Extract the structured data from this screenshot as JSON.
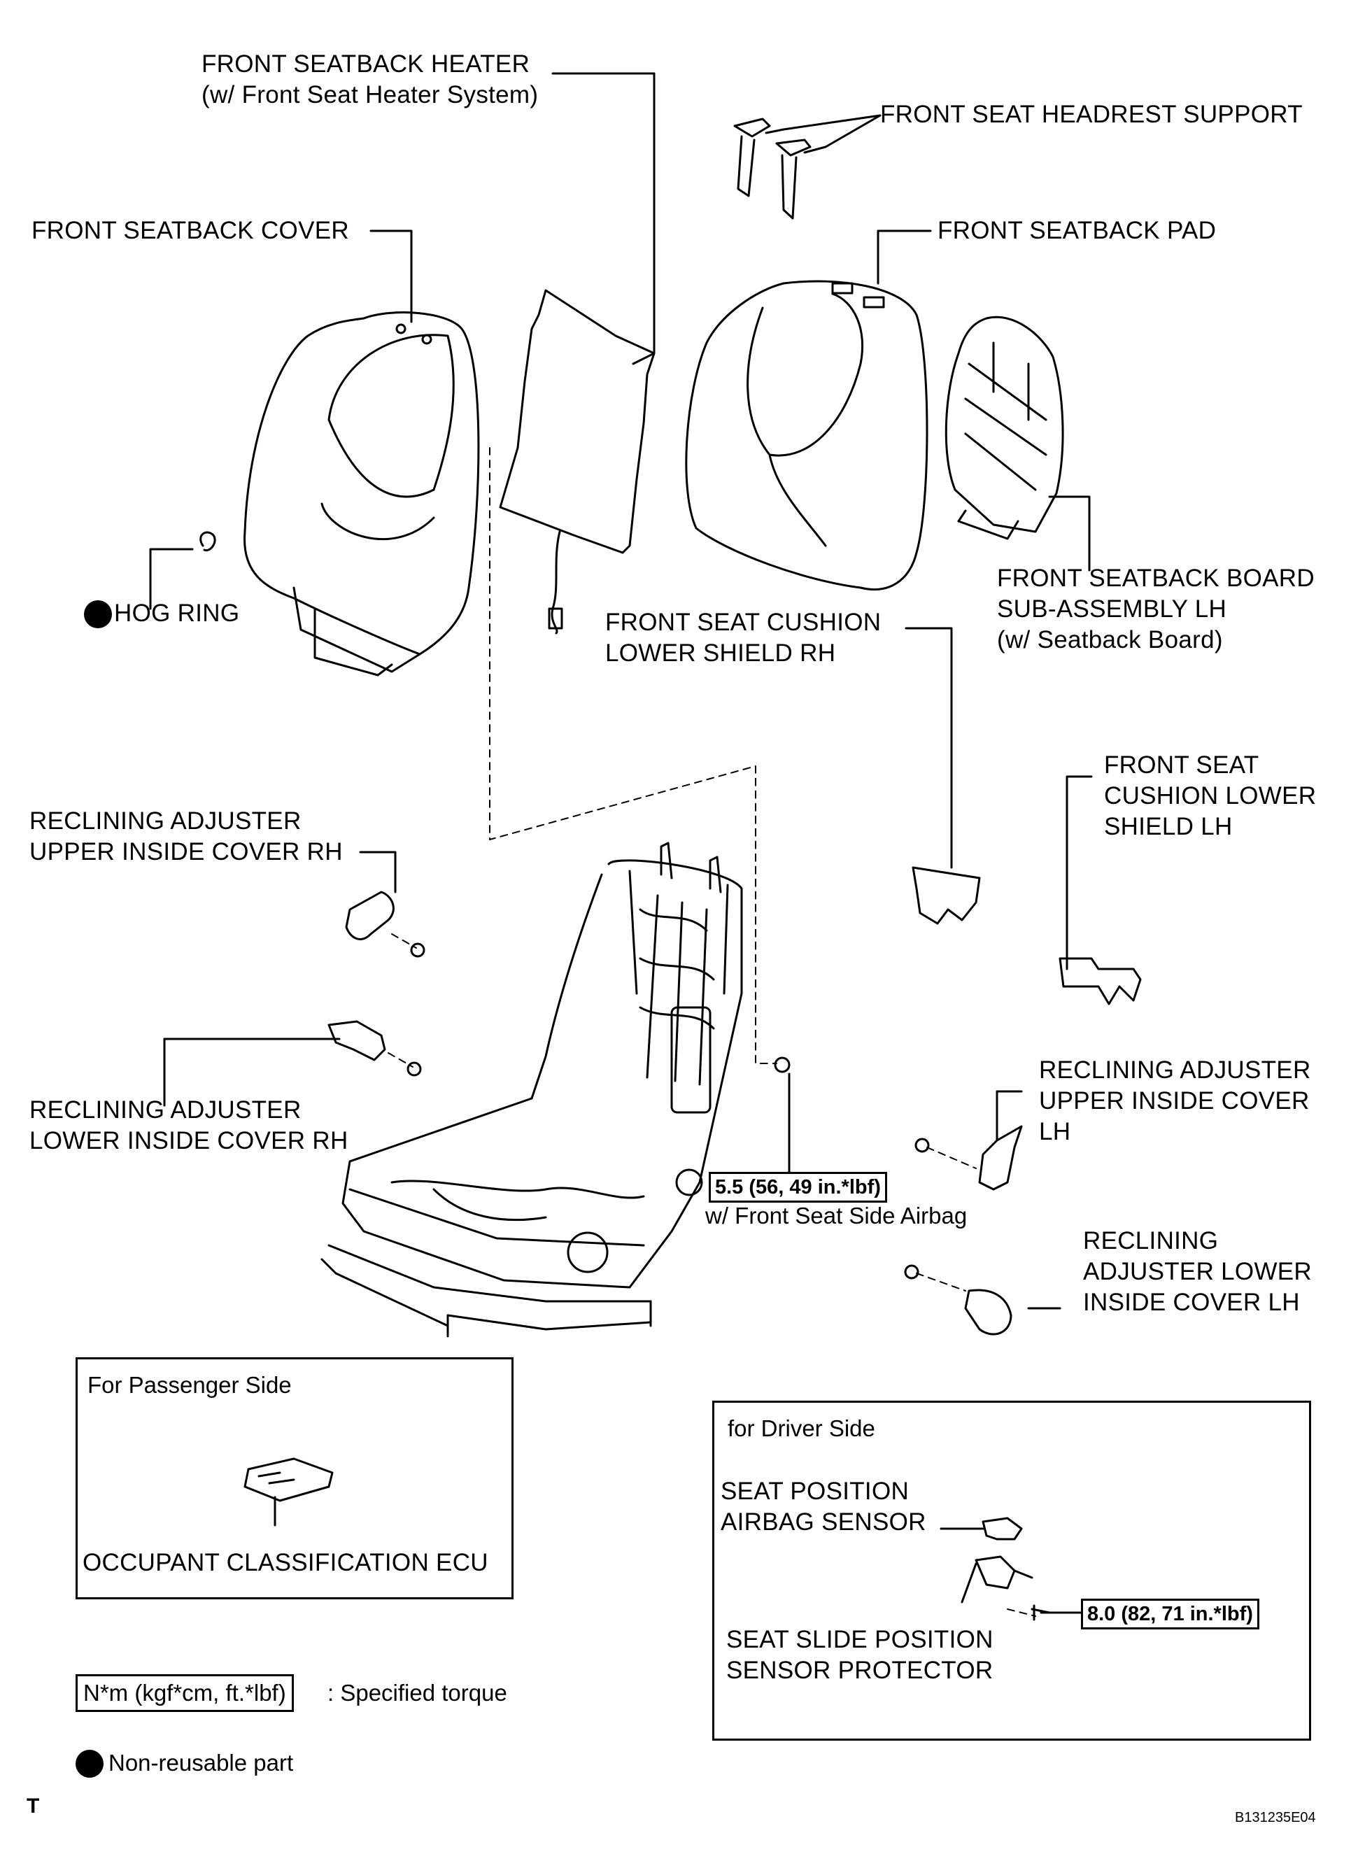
{
  "labels": {
    "heater": [
      "FRONT SEATBACK HEATER",
      "(w/ Front Seat Heater System)"
    ],
    "headrest_support": "FRONT SEAT HEADREST SUPPORT",
    "seatback_cover": "FRONT SEATBACK COVER",
    "seatback_pad": "FRONT SEATBACK PAD",
    "hog_ring": "HOG RING",
    "board": [
      "FRONT SEATBACK BOARD",
      "SUB-ASSEMBLY LH",
      "(w/ Seatback Board)"
    ],
    "shield_rh": [
      "FRONT SEAT CUSHION",
      "LOWER SHIELD RH"
    ],
    "shield_lh": [
      "FRONT SEAT",
      "CUSHION LOWER",
      "SHIELD LH"
    ],
    "upper_cover_rh": [
      "RECLINING ADJUSTER",
      "UPPER INSIDE COVER RH"
    ],
    "lower_cover_rh": [
      "RECLINING ADJUSTER",
      "LOWER INSIDE COVER RH"
    ],
    "upper_cover_lh": [
      "RECLINING ADJUSTER",
      "UPPER INSIDE COVER",
      "LH"
    ],
    "lower_cover_lh": [
      "RECLINING",
      "ADJUSTER LOWER",
      "INSIDE COVER LH"
    ],
    "airbag_note": "w/ Front Seat Side Airbag"
  },
  "torques": {
    "seat_airbag": "5.5 (56, 49 in.*lbf)",
    "slide_sensor": "8.0 (82, 71 in.*lbf)"
  },
  "passenger_box": {
    "title": "For Passenger Side",
    "part": "OCCUPANT CLASSIFICATION ECU"
  },
  "driver_box": {
    "title": "for Driver Side",
    "airbag_sensor": [
      "SEAT POSITION",
      "AIRBAG SENSOR"
    ],
    "slide_protector": [
      "SEAT SLIDE POSITION",
      "SENSOR PROTECTOR"
    ]
  },
  "legend": {
    "torque_unit": "N*m (kgf*cm, ft.*lbf)",
    "torque_text": ": Specified torque",
    "nonreusable_text": "Non-reusable part"
  },
  "footer": {
    "corner_mark": "T",
    "figure_code": "B131235E04"
  }
}
